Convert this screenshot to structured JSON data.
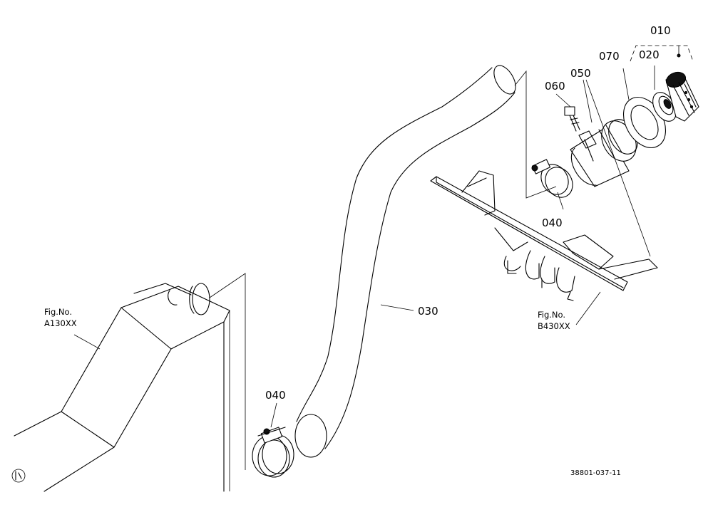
{
  "callouts": {
    "p010": "010",
    "p020": "020",
    "p030": "030",
    "p040_upper": "040",
    "p040_lower": "040",
    "p050": "050",
    "p060": "060",
    "p070": "070"
  },
  "references": {
    "left_fig_label": "Fig.No.",
    "left_fig_code": "A130XX",
    "right_fig_label": "Fig.No.",
    "right_fig_code": "B430XX"
  },
  "drawing_id": "38801-037-11"
}
